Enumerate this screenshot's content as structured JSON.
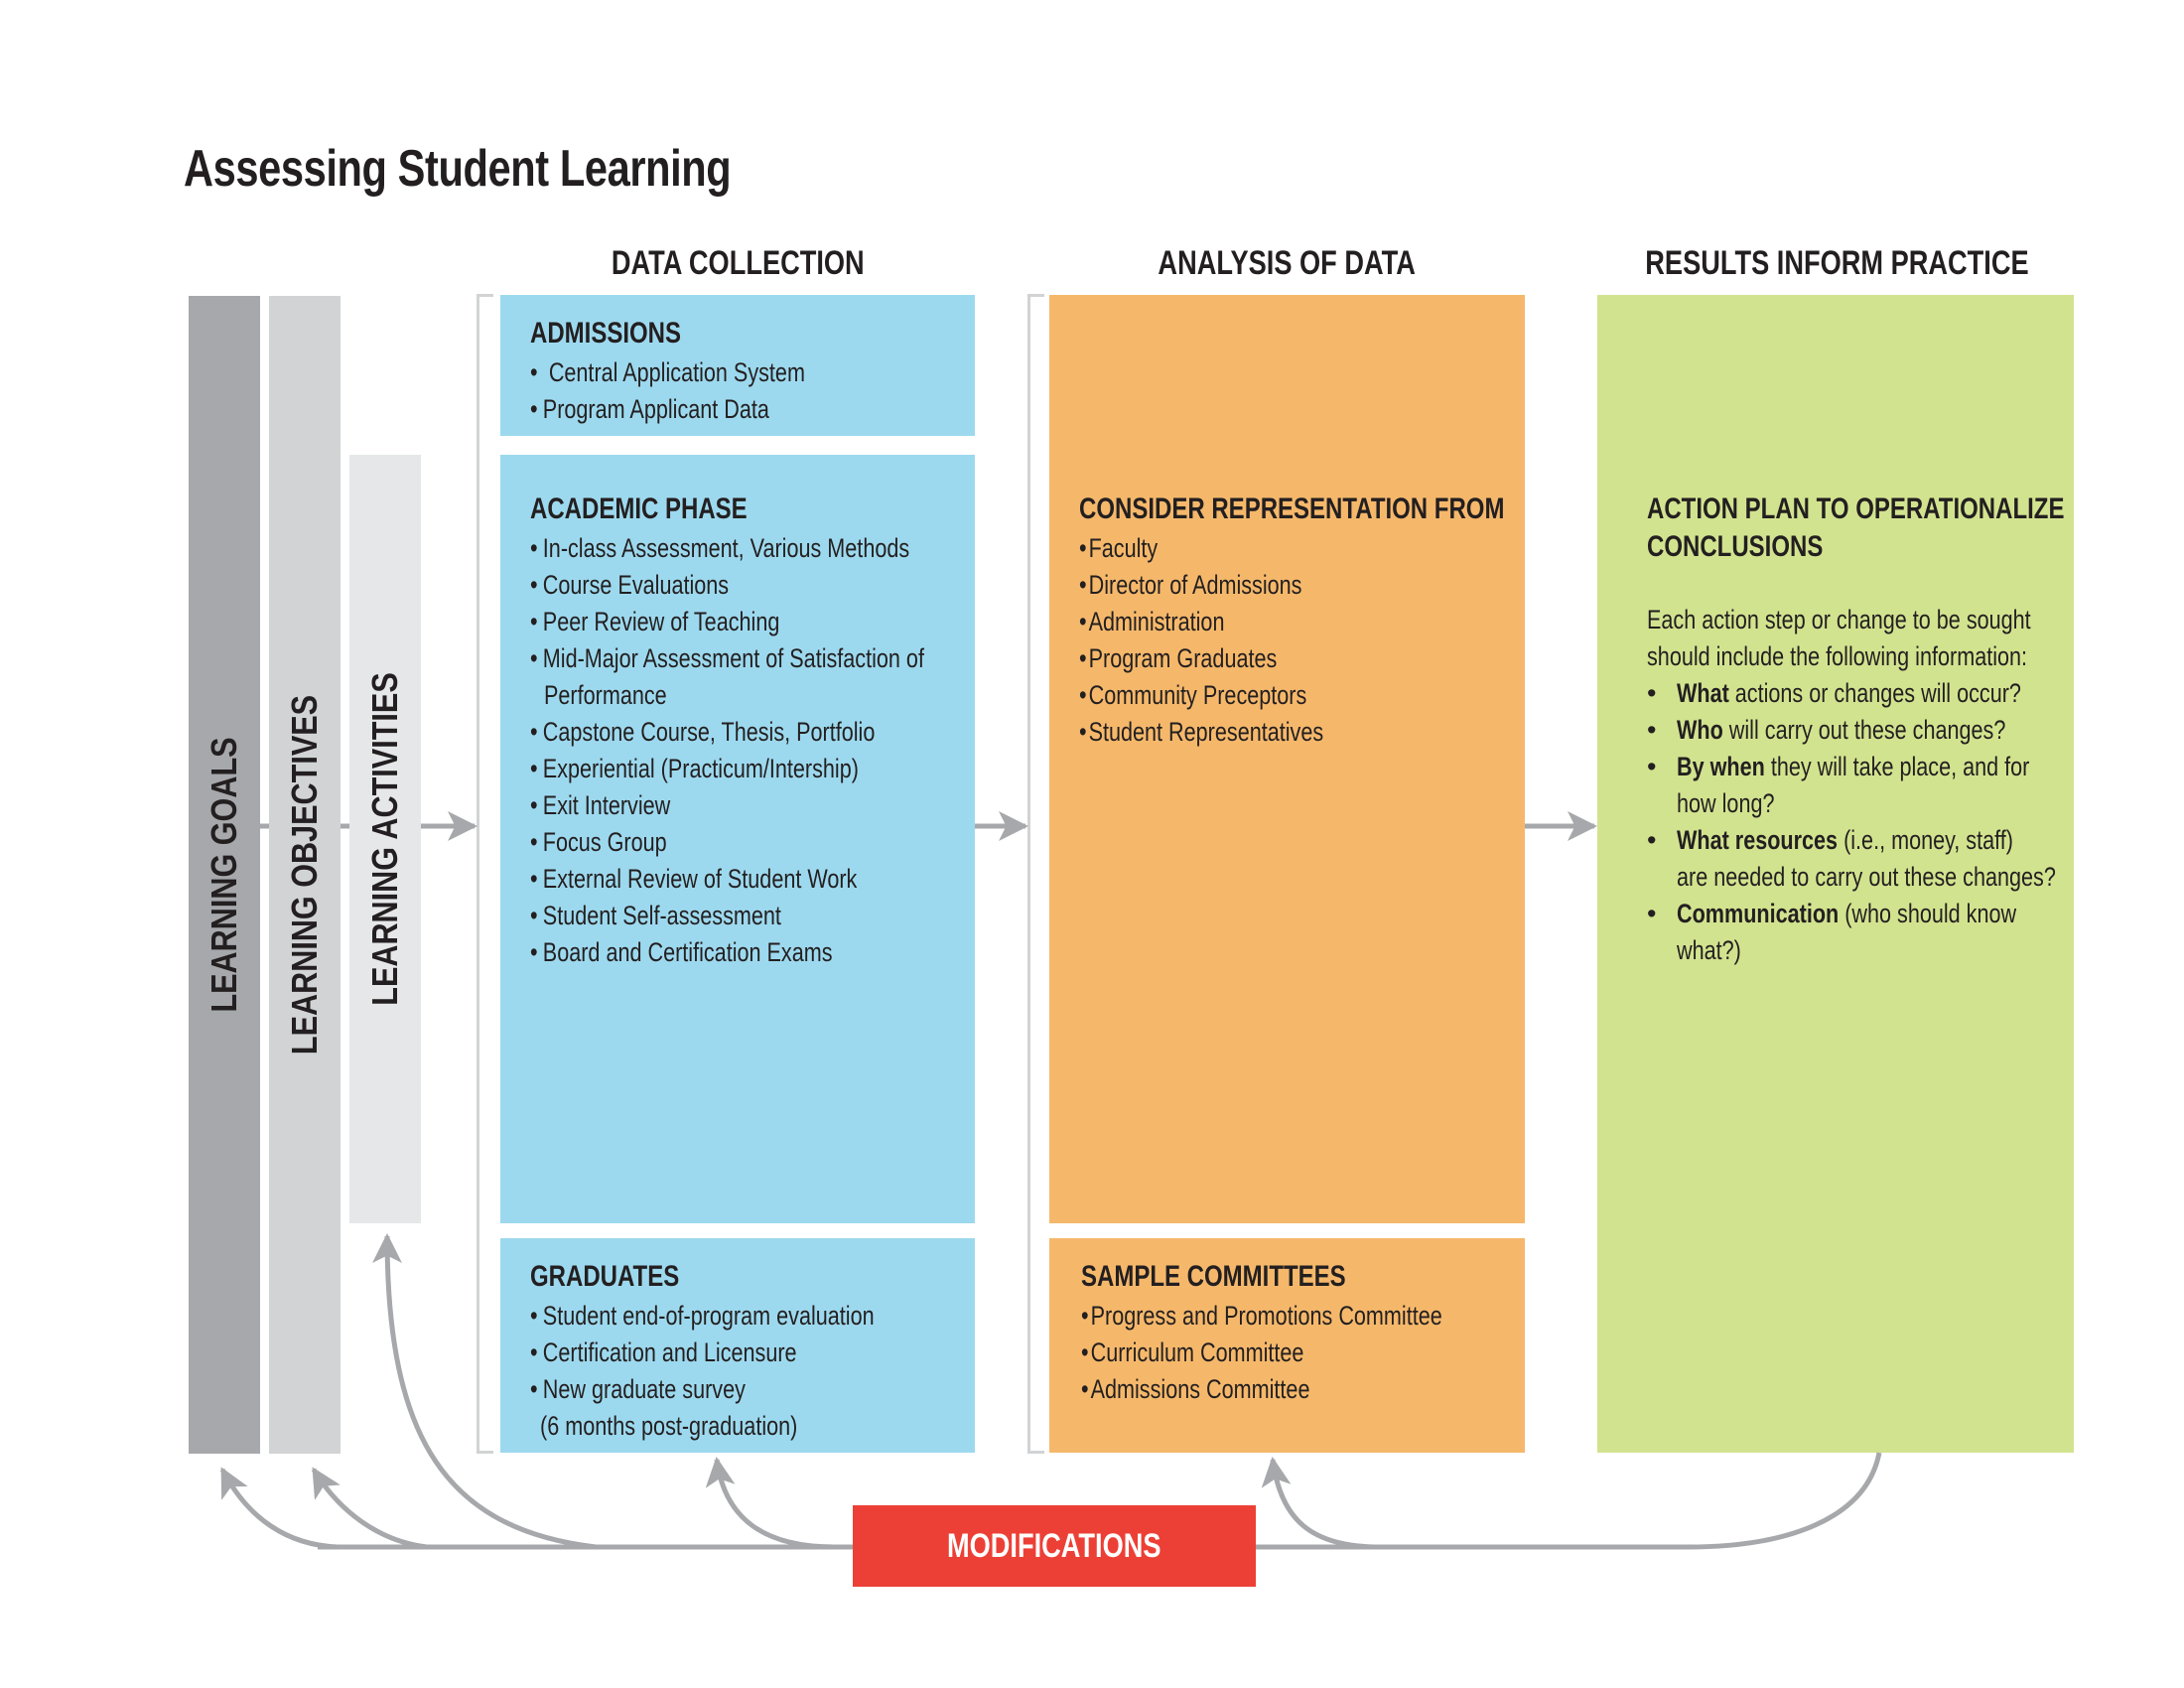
{
  "title": "Assessing Student Learning",
  "column_headers": {
    "data_collection": "DATA COLLECTION",
    "analysis": "ANALYSIS OF DATA",
    "results": "RESULTS INFORM PRACTICE"
  },
  "left_bars": {
    "goals": "LEARNING GOALS",
    "objectives": "LEARNING OBJECTIVES",
    "activities": "LEARNING ACTIVITIES"
  },
  "data_collection": {
    "admissions": {
      "heading": "ADMISSIONS",
      "items": [
        "Central Application System",
        "Program Applicant Data"
      ]
    },
    "academic_phase": {
      "heading": "ACADEMIC PHASE",
      "items": [
        "In-class Assessment, Various Methods",
        "Course Evaluations",
        "Peer Review of Teaching",
        "Mid-Major Assessment of Satisfaction of",
        "Capstone Course, Thesis, Portfolio",
        "Experiential (Practicum/Intership)",
        "Exit Interview",
        "Focus Group",
        "External Review of Student Work",
        "Student Self-assessment",
        "Board and Certification Exams"
      ],
      "item3_continuation": "Performance"
    },
    "graduates": {
      "heading": "GRADUATES",
      "items": [
        "Student end-of-program evaluation",
        "Certification and Licensure",
        "New graduate survey"
      ],
      "item2_continuation": "(6 months post-graduation)"
    }
  },
  "analysis": {
    "representation": {
      "heading": "CONSIDER REPRESENTATION FROM",
      "items": [
        "Faculty",
        "Director of Admissions",
        "Administration",
        "Program Graduates",
        "Community Preceptors",
        "Student Representatives"
      ]
    },
    "committees": {
      "heading": "SAMPLE COMMITTEES",
      "items": [
        "Progress and Promotions Committee",
        "Curriculum  Committee",
        "Admissions Committee"
      ]
    }
  },
  "results": {
    "heading_line1": "ACTION PLAN TO OPERATIONALIZE",
    "heading_line2": "CONCLUSIONS",
    "intro_line1": "Each action step or change to be sought",
    "intro_line2": "should include the following information:",
    "items": [
      {
        "bold": "What",
        "rest": " actions or changes will occur?",
        "cont": ""
      },
      {
        "bold": "Who",
        "rest": " will carry out these changes?",
        "cont": ""
      },
      {
        "bold": "By when",
        "rest": " they will take place, and for",
        "cont": "how long?"
      },
      {
        "bold": "What resources",
        "rest": " (i.e., money, staff)",
        "cont": "are needed to carry out these changes?"
      },
      {
        "bold": "Communication",
        "rest": " (who should know",
        "cont": "what?)"
      }
    ]
  },
  "modifications_label": "MODIFICATIONS",
  "bullet": "•",
  "colors": {
    "goals_bar": "#a6a8ab",
    "objectives_bar": "#d1d3d4",
    "activities_bar": "#e6e7e8",
    "data_collection": "#9dd9ee",
    "analysis": "#f5b86b",
    "results": "#d2e38f",
    "modifications": "#ec4036",
    "arrows": "#a6a8ab"
  }
}
